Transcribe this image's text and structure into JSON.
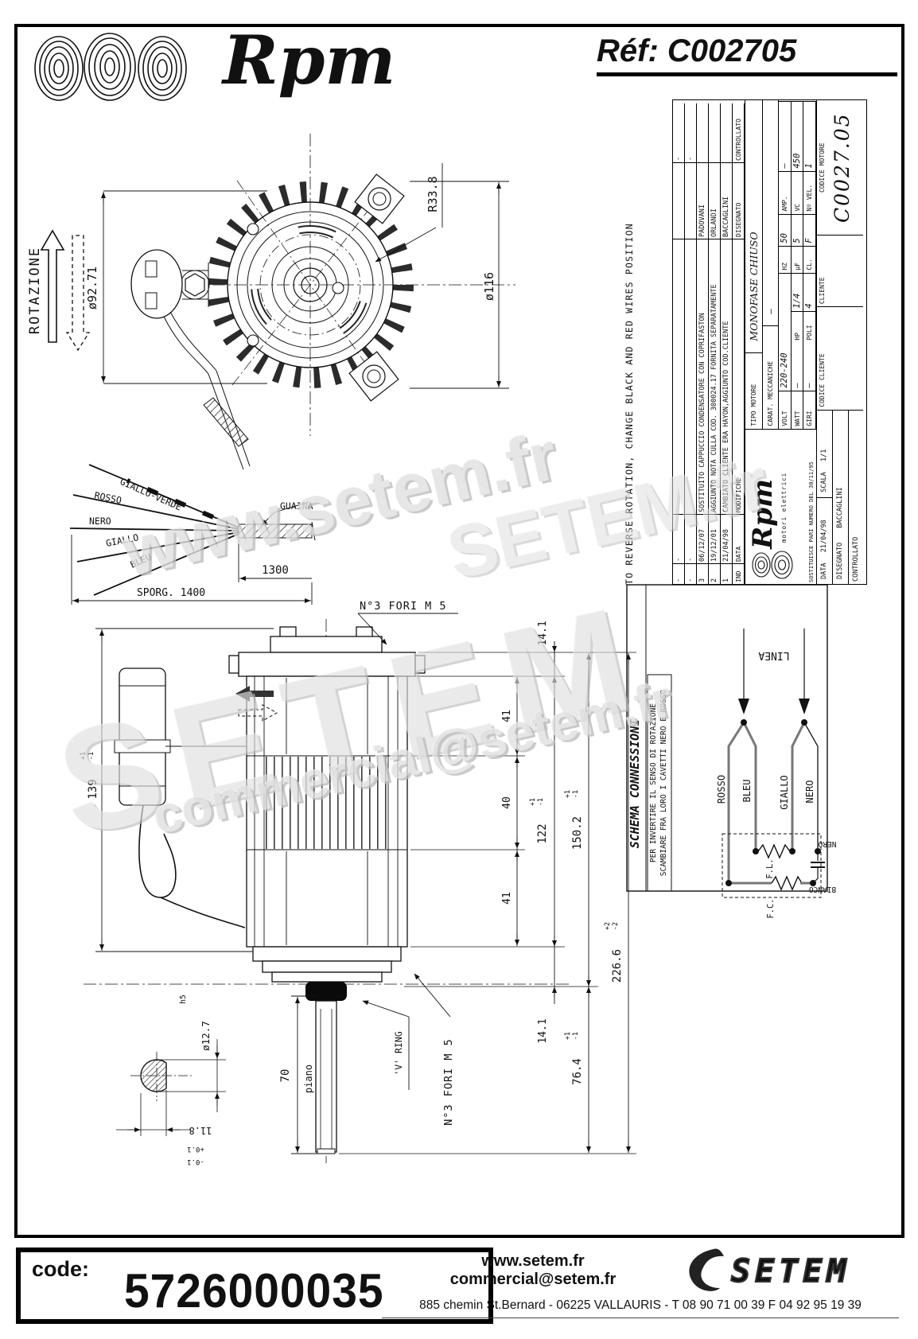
{
  "header": {
    "brand": "Rpm",
    "ref": "Réf:  C002705"
  },
  "front_view": {
    "rotation_label": "ROTAZIONE",
    "dim_bolt_circle": "ø92.71",
    "dim_radius": "R33.8",
    "dim_outer_diameter": "ø116"
  },
  "cable_view": {
    "wire_1": "GIALLO-VERDE",
    "wire_2": "ROSSO",
    "wire_3": "NERO",
    "wire_4": "GIALLO",
    "wire_5": "BLEU",
    "sheath_label": "GUAINA",
    "sheath_length": "1300",
    "protrusion": "SPORG. 1400"
  },
  "side_view": {
    "holes_top": "N°3 FORI M 5",
    "holes_bottom": "N°3 FORI M 5",
    "vring": "'V' RING",
    "shaft_flat": "piano",
    "d139": "139",
    "d139_tp": "+1",
    "d139_tm": "-1",
    "d141_top": "14.1",
    "d41_top": "41",
    "d40": "40",
    "d41_bot": "41",
    "d122": "122",
    "d122_tp": "+1",
    "d122_tm": "-1",
    "d1502": "150.2",
    "d1502_tp": "+1",
    "d1502_tm": "-1",
    "d2266": "226.6",
    "d2266_tp": "+2",
    "d2266_tm": "-2",
    "d141_bot": "14.1",
    "d764": "76.4",
    "d764_tp": "+1",
    "d764_tm": "-1",
    "d70": "70",
    "d127": "ø12.7",
    "h5": "h5",
    "d118": "11.8",
    "d118_tp": "+0.1",
    "d118_tm": "-0.1"
  },
  "title_block": {
    "reverse_note": "TO REVERSE ROTATION, CHANGE BLACK AND RED WIRES POSITION",
    "rev_header": {
      "ind": "IND",
      "data": "DATA",
      "modifiche": "MODIFICHE",
      "disegnato": "DISEGNATO",
      "controllato": "CONTROLLATO"
    },
    "revisions": [
      {
        "ind": "-",
        "data": "-",
        "modifiche": "",
        "nome": "",
        "ctrl": "-"
      },
      {
        "ind": "-",
        "data": "-",
        "modifiche": "",
        "nome": "",
        "ctrl": "-"
      },
      {
        "ind": "3",
        "data": "06/12/07",
        "modifiche": "SOSTITUITO CAPPUCCIO CONDENSATORE CON COPRIFASTON",
        "nome": "PADOVANI",
        "ctrl": ""
      },
      {
        "ind": "2",
        "data": "19/12/01",
        "modifiche": "AGGIUNTO NOTA CULLA COD. 300024.17 FORNITA SEPARATAMENTE",
        "nome": "ORLANDI",
        "ctrl": ""
      },
      {
        "ind": "1",
        "data": "21/04/98",
        "modifiche": "CAMBIATO CLIENTE ERA HAYON,AGGIUNTO COD.CLIENTE",
        "nome": "BACCAGLINI",
        "ctrl": ""
      }
    ],
    "logo": "Rpm",
    "logo_sub": "motori elettrici",
    "sostituisce": "SOSTITUISCE PARI NUMERO DEL  30/11/95",
    "tipo_label": "TIPO MOTORE",
    "tipo_value": "MONOFASE CHIUSO",
    "carat_label": "CARAT. MECCANICHE",
    "carat_value": "–",
    "specs": {
      "volt_l": "VOLT",
      "volt_v": "220-240",
      "hz_l": "HZ",
      "hz_v": "50",
      "amp_l": "AMP.",
      "amp_v": "–",
      "watt_l": "WATT",
      "watt_v": "–",
      "hp_l": "HP",
      "hp_v": "1/4",
      "uf_l": "µF",
      "uf_v": "5",
      "vc_l": "VC",
      "vc_v": "450",
      "giri_l": "GIRI",
      "giri_v": "–",
      "poli_l": "POLI",
      "poli_v": "4",
      "cl_l": "CL.",
      "cl_v": "F",
      "nvel_l": "Nº VEL.",
      "nvel_v": "1"
    },
    "data_l": "DATA",
    "data_v": "21/04/98",
    "scala_l": "SCALA",
    "scala_v": "1/1",
    "disegnato_l": "DISEGNATO",
    "disegnato_v": "BACCAGLINI",
    "controllato_l": "CONTROLLATO",
    "codice_cliente_l": "CODICE CLIENTE",
    "cliente_l": "CLIENTE",
    "codice_motore_l": "CODICE MOTORE",
    "codice_motore_v": "C0027.05"
  },
  "schema": {
    "title": "SCHEMA CONNESSIONI",
    "note1": "PER INVERTIRE IL SENSO DI ROTAZIONE",
    "note2": "SCAMBIARE FRA LORO I CAVETTI NERO E ROSSO",
    "linea": "LINEA",
    "w_rosso": "ROSSO",
    "w_bleu": "BLEU",
    "w_giallo": "GIALLO",
    "w_nero": "NERO",
    "fl": "F.L.",
    "fc": "F.C.",
    "nero2": "NERO",
    "bianco": "BIANCO"
  },
  "watermarks": [
    "www.setem.fr",
    "SETEM",
    "commercial@setem.fr",
    "SETEM.fr"
  ],
  "footer": {
    "code_label": "code:",
    "code_value": "5726000035",
    "site": "www.setem.fr",
    "email": "commercial@setem.fr",
    "address": "885 chemin St.Bernard  -  06225 VALLAURIS  -  T 08 90 71 00 39   F 04 92 95 19 39",
    "logo": "SETEM"
  }
}
